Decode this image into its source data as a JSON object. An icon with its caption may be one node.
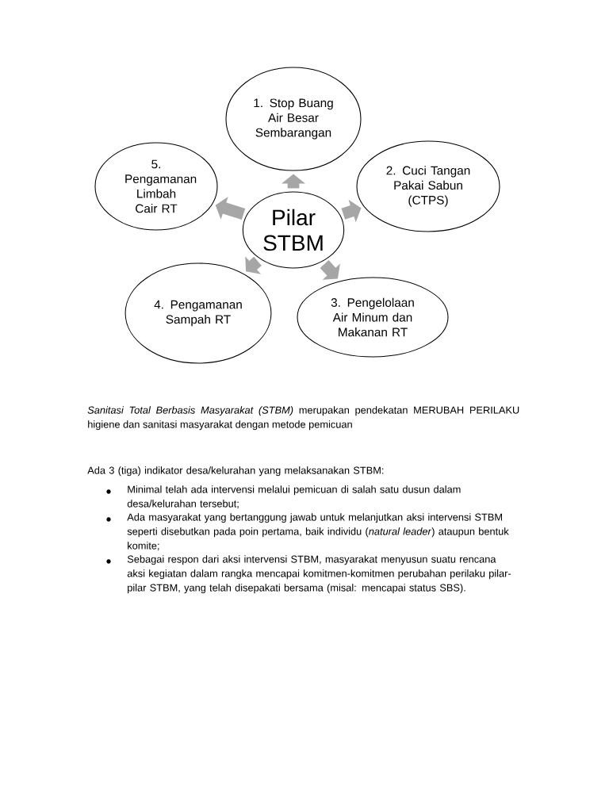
{
  "diagram": {
    "nodes": [
      {
        "text": [
          "Pilar STBM"
        ]
      },
      {
        "text": [
          "1. Stop Buang Air Besar Sembarangan"
        ]
      },
      {
        "text": [
          "2. Cuci Tangan Pakai Sabun (CTPS)"
        ]
      },
      {
        "text": [
          "3. Pengelolaan Air Minum dan Makanan RT"
        ]
      },
      {
        "text": [
          "4. Pengamanan Sampah RT"
        ]
      },
      {
        "text": [
          "5. Pengamanan Limbah Cair RT"
        ]
      }
    ],
    "edges": [
      {
        "from": 0,
        "to": 1,
        "arrow": "to"
      },
      {
        "from": 0,
        "to": 2,
        "arrow": "to"
      },
      {
        "from": 0,
        "to": 3,
        "arrow": "to"
      },
      {
        "from": 0,
        "to": 4,
        "arrow": "to"
      },
      {
        "from": 0,
        "to": 5,
        "arrow": "to"
      }
    ],
    "labels": [
      "*Sanitasi Total Berbasis Masyarakat (STBM)* merupakan pendekatan MERUBAH PERILAKU higiene dan sanitasi masyarakat dengan metode pemicuan",
      "Ada 3 (tiga) indikator desa/kelurahan yang melaksanakan STBM:",
      "Minimal telah ada intervensi melalui pemicuan di salah satu dusun dalam desa/kelurahan tersebut;",
      "Ada masyarakat yang bertanggung jawab untuk melanjutkan aksi intervensi STBM seperti disebutkan pada poin pertama, baik individu (*natural leader*) ataupun bentuk komite;",
      "Sebagai respon dari aksi intervensi STBM, masyarakat menyusun suatu rencana aksi kegiatan dalam rangka mencapai komitmen-komitmen perubahan perilaku pilar-pilar STBM, yang telah disepakati bersama (misal: mencapai status SBS)."
    ]
  }
}
